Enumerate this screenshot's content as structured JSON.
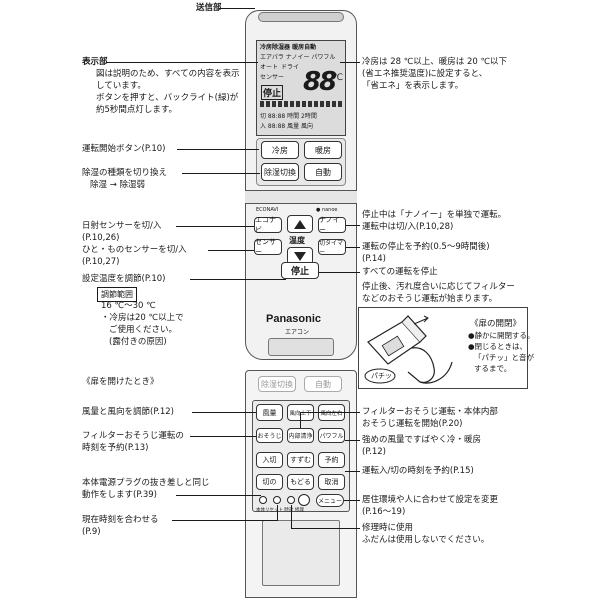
{
  "callouts_left": {
    "signal": "送信部",
    "display_title": "表示部",
    "display_desc1": "図は説明のため、すべての内容を表示",
    "display_desc2": "しています。",
    "display_desc3": "ボタンを押すと、バックライト(緑)が",
    "display_desc4": "約5秒間点灯します。",
    "start_button": "運転開始ボタン(P.10)",
    "dehumid_switch": "除湿の種類を切り換え",
    "dehumid_modes": "除湿 → 除湿弱",
    "sun_sensor": "日射センサーを切/入",
    "sun_sensor_ref": "(P.10,26)",
    "person_sensor": "ひと・ものセンサーを切/入",
    "person_sensor_ref": "(P.10,27)",
    "temp_adjust": "設定温度を調節(P.10)",
    "temp_range_label": "調節範囲",
    "temp_range": "16 ℃～30 ℃",
    "cool_note1": "・冷房は20 ℃以上で",
    "cool_note2": "ご使用ください。",
    "cool_note3": "(露付きの原因)",
    "door_open": "《扉を開けたとき》",
    "fan_dir": "風量と風向を調節(P.12)",
    "filter_timer1": "フィルターおそうじ運転の",
    "filter_timer2": "時刻を予約(P.13)",
    "power_plug1": "本体電源プラグの抜き差しと同じ",
    "power_plug2": "動作をします(P.39)",
    "clock1": "現在時刻を合わせる",
    "clock2": "(P.9)"
  },
  "callouts_right": {
    "cool_temp1": "冷房は 28 ℃以上、暖房は 20 ℃以下",
    "cool_temp2": "(省エネ推奨温度)に設定すると、",
    "cool_temp3": "「省エネ」を表示します。",
    "nanoe1": "停止中は「ナノイー」を単独で運転。",
    "nanoe2": "運転中は切/入(P.10,28)",
    "stop_timer": "運転の停止を予約(0.5～9時間後)",
    "stop_timer_ref": "(P.14)",
    "stop_all": "すべての運転を停止",
    "stop_desc1": "停止後、汚れ度合いに応じてフィルター",
    "stop_desc2": "などのおそうじ運転が始まります。",
    "door_howto_title": "《扉の開閉》",
    "door_howto1": "●静かに開閉する。",
    "door_howto2": "●閉じるときは、",
    "door_howto3": "「パチッ」と音が",
    "door_howto4": "するまで。",
    "door_click": "パチッ",
    "filter_clean1": "フィルターおそうじ運転・本体内部",
    "filter_clean2": "おそうじ運転を開始(P.20)",
    "powerful1": "強めの風量ですばやく冷・暖房",
    "powerful2": "(P.12)",
    "onoff_timer": "運転入/切の時刻を予約(P.15)",
    "env_setting1": "居住環境や人に合わせて設定を変更",
    "env_setting2": "(P.16～19)",
    "repair1": "修理時に使用",
    "repair2": "ふだんは使用しないでください。"
  },
  "remote_top": {
    "lcd_row1": "冷房除湿器 暖房自動",
    "lcd_row2": "エアパラ ナノイー パワフル",
    "lcd_row3a": "オート",
    "lcd_row3b": "ドライ",
    "lcd_row3c": "センサー",
    "lcd_big": "88",
    "lcd_unit": "℃",
    "lcd_stop": "停止",
    "lcd_row5": "切 88:88 時間 2時間",
    "lcd_row6": "入 88:88 風量 風向",
    "btn_cool": "冷房",
    "btn_heat": "暖房",
    "btn_dehumid": "除湿切換",
    "btn_auto": "自動",
    "btn_eco": "エコナビ",
    "btn_nanoe": "ナノイー",
    "btn_sensor": "センサー",
    "btn_offtimer": "切タイマー",
    "btn_temp": "温度",
    "btn_stop": "停止",
    "label_econavi": "ECONAVI",
    "label_nanoe": "● nanoe",
    "brand": "Panasonic",
    "product": "エアコン"
  },
  "remote_bottom": {
    "btn_dehumid": "除湿切換",
    "btn_auto": "自動",
    "btn_fan": "風量",
    "btn_updown": "風向上下",
    "btn_leftright": "風向左右",
    "btn_filter": "おそうじ",
    "btn_cleaning": "内部清浄",
    "btn_powerful": "パワフル",
    "btn_on": "入切",
    "btn_sleep": "すずむ",
    "btn_reserve": "予約",
    "btn_off": "切の",
    "btn_on2": "もどる",
    "btn_cancel": "取消",
    "btn_menu": "メニュー",
    "small_labels": "本体リセット 時計 修理"
  }
}
